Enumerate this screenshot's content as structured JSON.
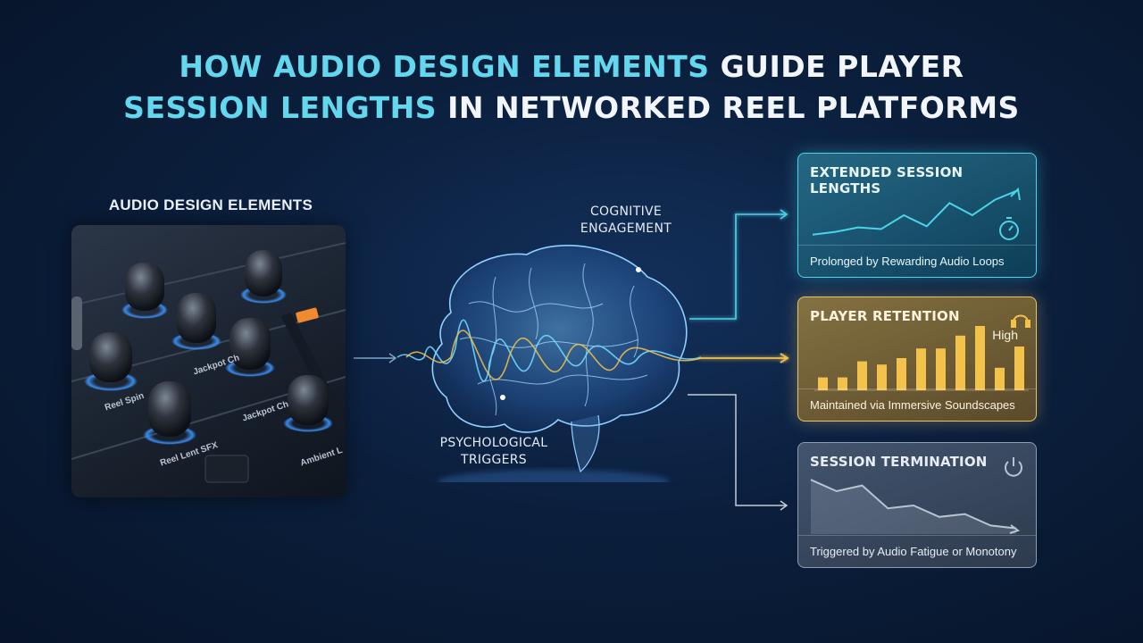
{
  "title": {
    "line1_highlight": "HOW AUDIO DESIGN ELEMENTS",
    "line1_rest": "GUIDE PLAYER",
    "line2_highlight": "SESSION LENGTHS",
    "line2_rest": "IN NETWORKED REEL PLATFORMS"
  },
  "left_panel": {
    "label": "AUDIO DESIGN ELEMENTS",
    "knob_labels": [
      "Reel Spin",
      "Jackpot Ch",
      "Jackpot Ch",
      "Reel Lent SFX",
      "Ambient L"
    ]
  },
  "brain": {
    "top_label": "COGNITIVE ENGAGEMENT",
    "bottom_label": "PSYCHOLOGICAL TRIGGERS"
  },
  "cards": [
    {
      "id": "extended",
      "title": "EXTENDED SESSION LENGTHS",
      "caption": "Prolonged by Rewarding Audio Loops",
      "icon": "stopwatch-icon",
      "trend": [
        0.15,
        0.2,
        0.28,
        0.25,
        0.5,
        0.3,
        0.72,
        0.5,
        0.78,
        0.95
      ],
      "color": "#4dd3e8"
    },
    {
      "id": "retention",
      "title": "PLAYER RETENTION",
      "caption": "Maintained via Immersive Soundscapes",
      "badge": "High",
      "icon": "headphones-icon",
      "bars": [
        0.2,
        0.2,
        0.45,
        0.4,
        0.5,
        0.65,
        0.65,
        0.85,
        1.0,
        0.35,
        0.68
      ],
      "color": "#f3c24b"
    },
    {
      "id": "termination",
      "title": "SESSION TERMINATION",
      "caption": "Triggered by Audio Fatigue or Monotony",
      "icon": "power-icon",
      "trend": [
        0.95,
        0.75,
        0.85,
        0.45,
        0.5,
        0.3,
        0.35,
        0.15,
        0.1
      ],
      "color": "#b9c4d3"
    }
  ]
}
